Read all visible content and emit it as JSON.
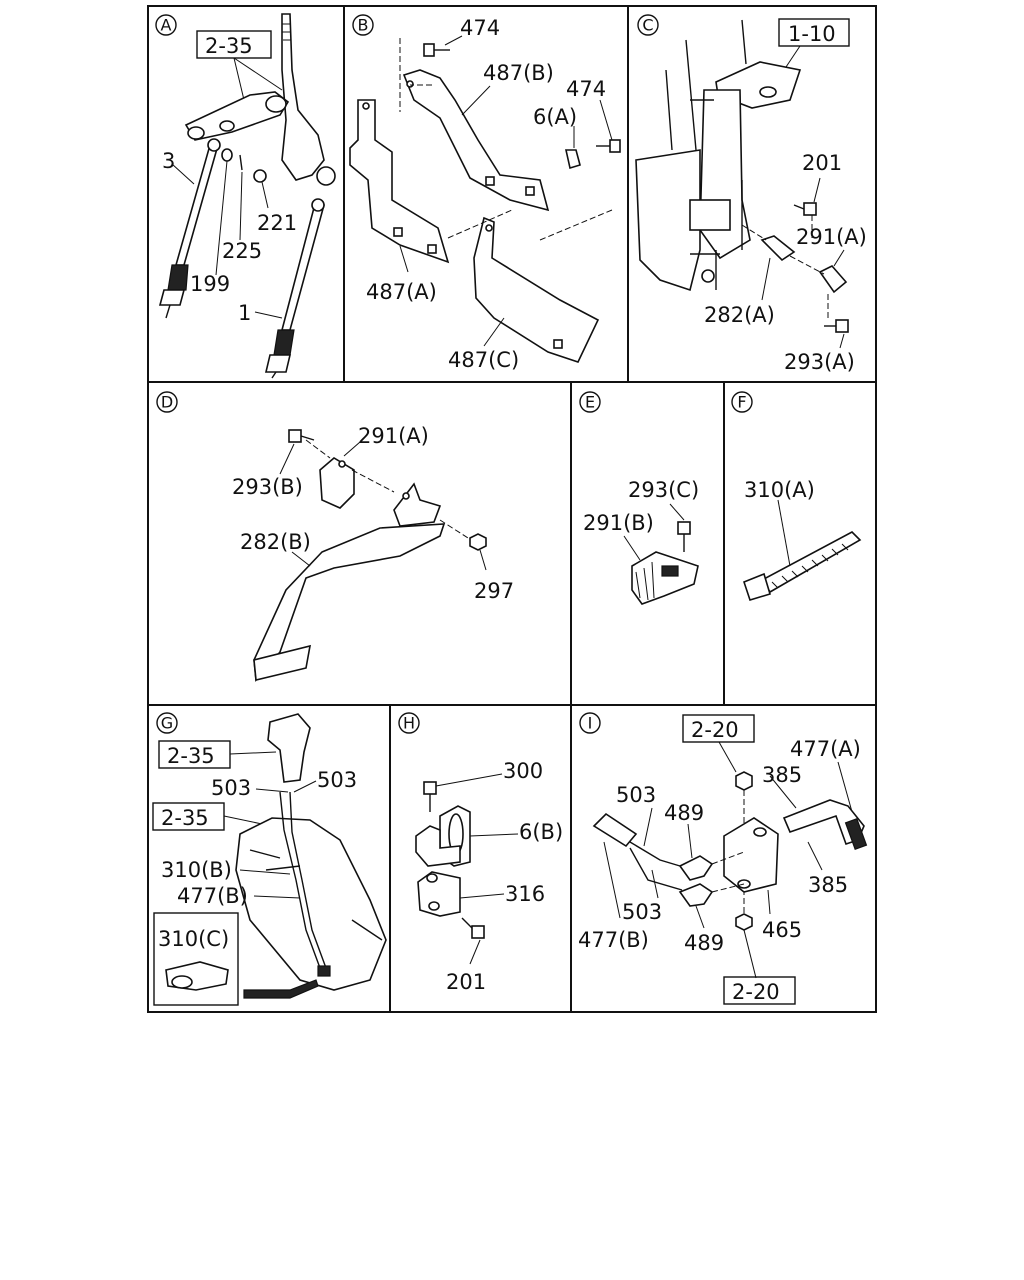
{
  "panels": {
    "A": {
      "letter": "A",
      "ref": "2-35",
      "labels": [
        "3",
        "199",
        "225",
        "221",
        "1"
      ]
    },
    "B": {
      "letter": "B",
      "labels": [
        "474",
        "487(B)",
        "474",
        "6(A)",
        "487(A)",
        "487(C)"
      ]
    },
    "C": {
      "letter": "C",
      "ref": "1-10",
      "labels": [
        "201",
        "291(A)",
        "282(A)",
        "293(A)"
      ]
    },
    "D": {
      "letter": "D",
      "labels": [
        "291(A)",
        "293(B)",
        "282(B)",
        "297"
      ]
    },
    "E": {
      "letter": "E",
      "labels": [
        "293(C)",
        "291(B)"
      ]
    },
    "F": {
      "letter": "F",
      "labels": [
        "310(A)"
      ]
    },
    "G": {
      "letter": "G",
      "ref1": "2-35",
      "ref2": "2-35",
      "labels": [
        "503",
        "503",
        "310(B)",
        "477(B)",
        "310(C)"
      ]
    },
    "H": {
      "letter": "H",
      "labels": [
        "300",
        "6(B)",
        "316",
        "201"
      ]
    },
    "I": {
      "letter": "I",
      "ref1": "2-20",
      "ref2": "2-20",
      "labels": [
        "477(A)",
        "503",
        "489",
        "385",
        "385",
        "503",
        "489",
        "465",
        "477(B)"
      ]
    }
  }
}
